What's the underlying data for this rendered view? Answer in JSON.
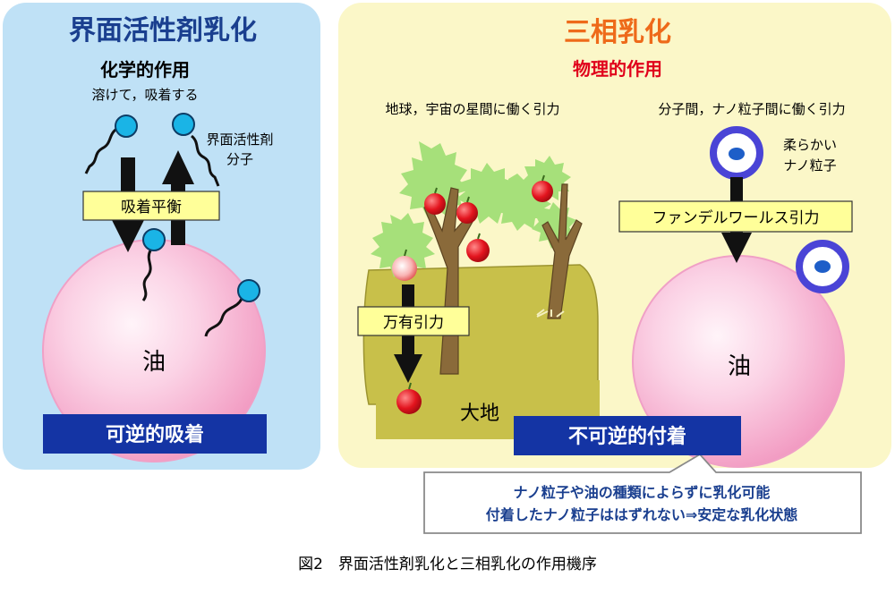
{
  "left_panel": {
    "title": "界面活性剤乳化",
    "subtitle": "化学的作用",
    "description": "溶けて，吸着する",
    "molecule_label_line1": "界面活性剤",
    "molecule_label_line2": "分子",
    "equilibrium_label": "吸着平衡",
    "oil_label": "油",
    "banner": "可逆的吸着"
  },
  "right_panel": {
    "title": "三相乳化",
    "subtitle": "物理的作用",
    "gravity_heading": "地球，宇宙の星間に働く引力",
    "vdw_heading": "分子間，ナノ粒子間に働く引力",
    "gravity_label": "万有引力",
    "ground_label": "大地",
    "particle_label_line1": "柔らかい",
    "particle_label_line2": "ナノ粒子",
    "vdw_label": "ファンデルワールス引力",
    "oil_label": "油",
    "banner": "不可逆的付着",
    "callout_line1": "ナノ粒子や油の種類によらずに乳化可能",
    "callout_line2": "付着したナノ粒子ははずれない⇒安定な乳化状態"
  },
  "caption": "図2　界面活性剤乳化と三相乳化の作用機序",
  "colors": {
    "left_panel_bg": "#bfe1f6",
    "right_panel_bg": "#fbf7c8",
    "left_title": "#1a3f8f",
    "right_title": "#ee6a1a",
    "right_subtitle": "#e0001b",
    "oil_fill": "#f7b7d3",
    "banner_fill": "#1434a4",
    "label_box_fill": "#ffff99",
    "particle_ring": "#4a44d6",
    "particle_core": "#1e5ec8",
    "surfactant_head": "#1ab4e6",
    "ground": "#c8c04a",
    "foliage": "#a6e07a",
    "trunk": "#8a6a3a",
    "apple": "#e0141e"
  }
}
